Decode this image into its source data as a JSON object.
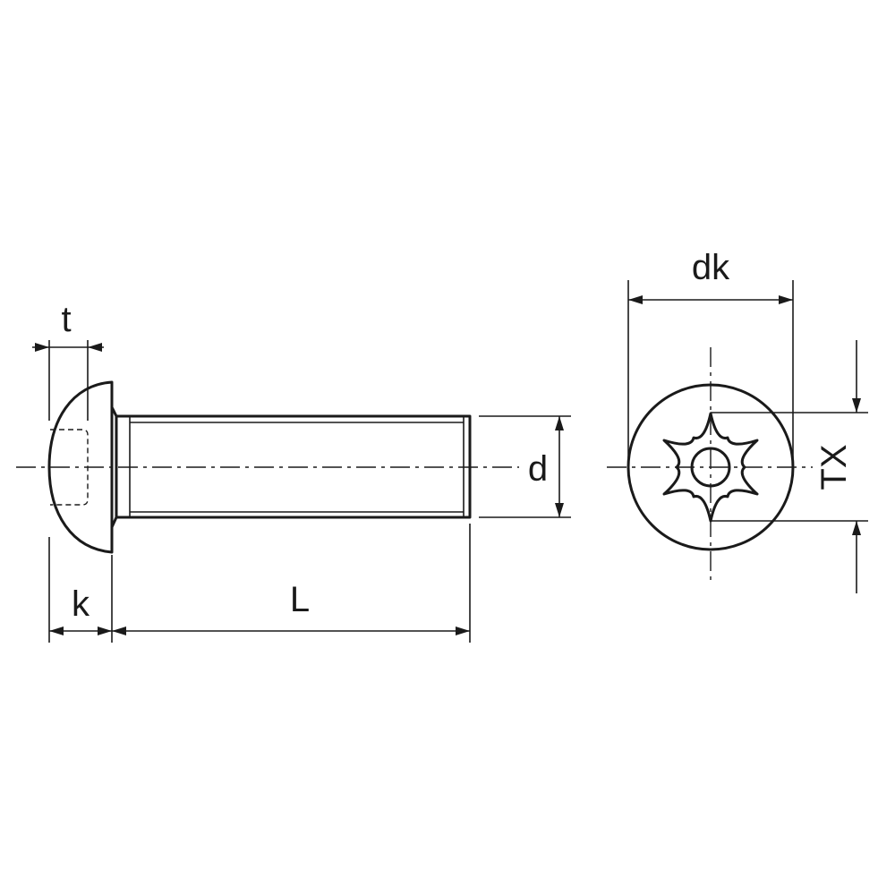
{
  "colors": {
    "line": "#1a1a1a",
    "background": "#ffffff"
  },
  "labels": {
    "t": "t",
    "k": "k",
    "L": "L",
    "d": "d",
    "dk": "dk",
    "TX": "TX"
  }
}
